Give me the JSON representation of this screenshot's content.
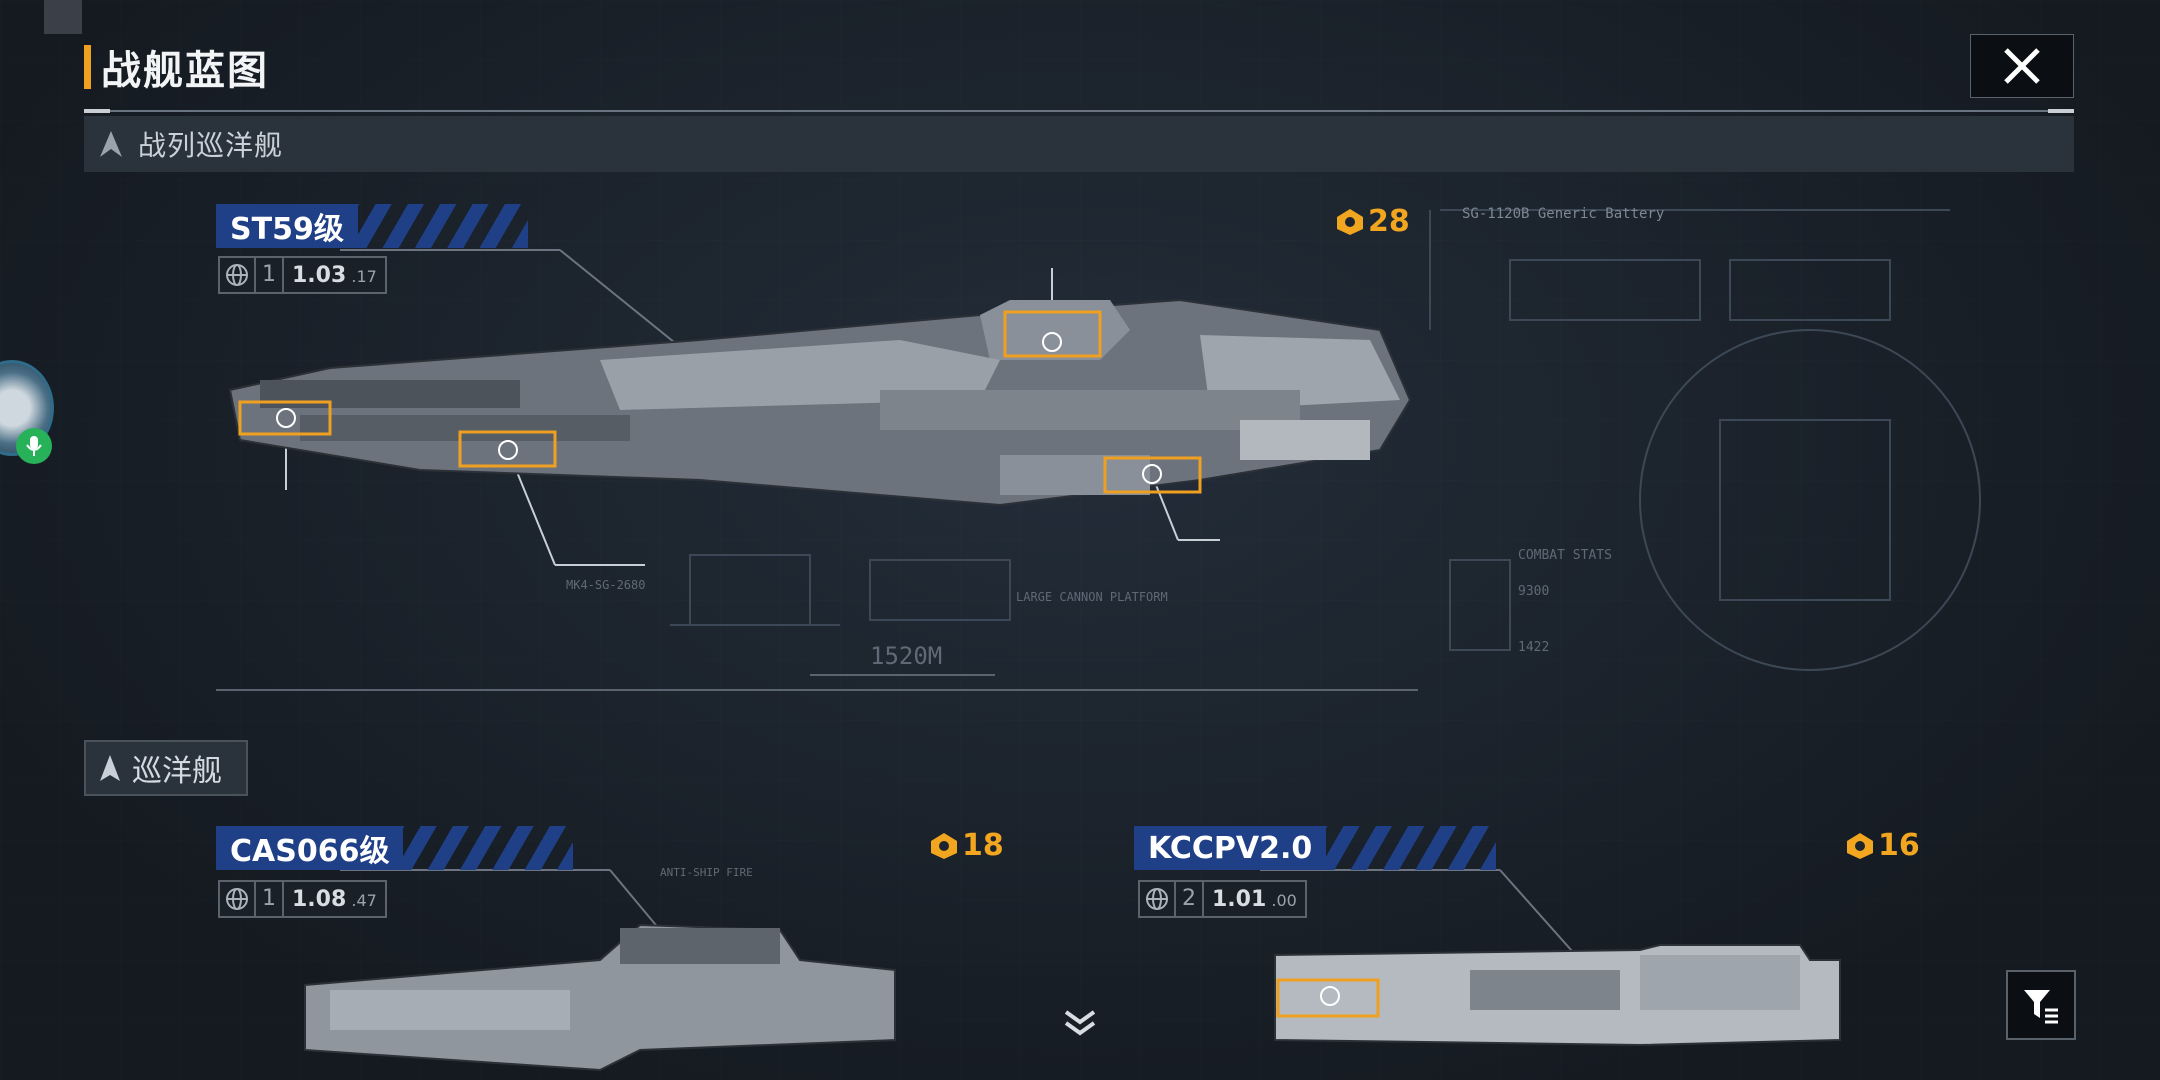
{
  "header": {
    "title": "战舰蓝图",
    "close_icon": "close-icon"
  },
  "sections": {
    "battlecruiser": {
      "label": "战列巡洋舰"
    },
    "cruiser": {
      "label": "巡洋舰"
    }
  },
  "ships": [
    {
      "name": "ST59级",
      "count": "1",
      "version_main": "1.03",
      "version_sub": "17",
      "cost": "28"
    },
    {
      "name": "CAS066级",
      "count": "1",
      "version_main": "1.08",
      "version_sub": "47",
      "cost": "18"
    },
    {
      "name": "KCCPV2.0",
      "count": "2",
      "version_main": "1.01",
      "version_sub": "00",
      "cost": "16"
    }
  ],
  "blueprint_labels": {
    "length": "1520M",
    "battery": "SG-1120B Generic Battery",
    "combat_stats": "COMBAT STATS",
    "stat1": "9300",
    "stat2": "1422",
    "large_cannon": "LARGE CANNON PLATFORM",
    "mk4": "MK4-SG-2680",
    "anti_ship": "ANTI-SHIP FIRE"
  },
  "colors": {
    "accent": "#f0a020",
    "tag_blue": "#1f3f86",
    "background": "#1d242d"
  }
}
